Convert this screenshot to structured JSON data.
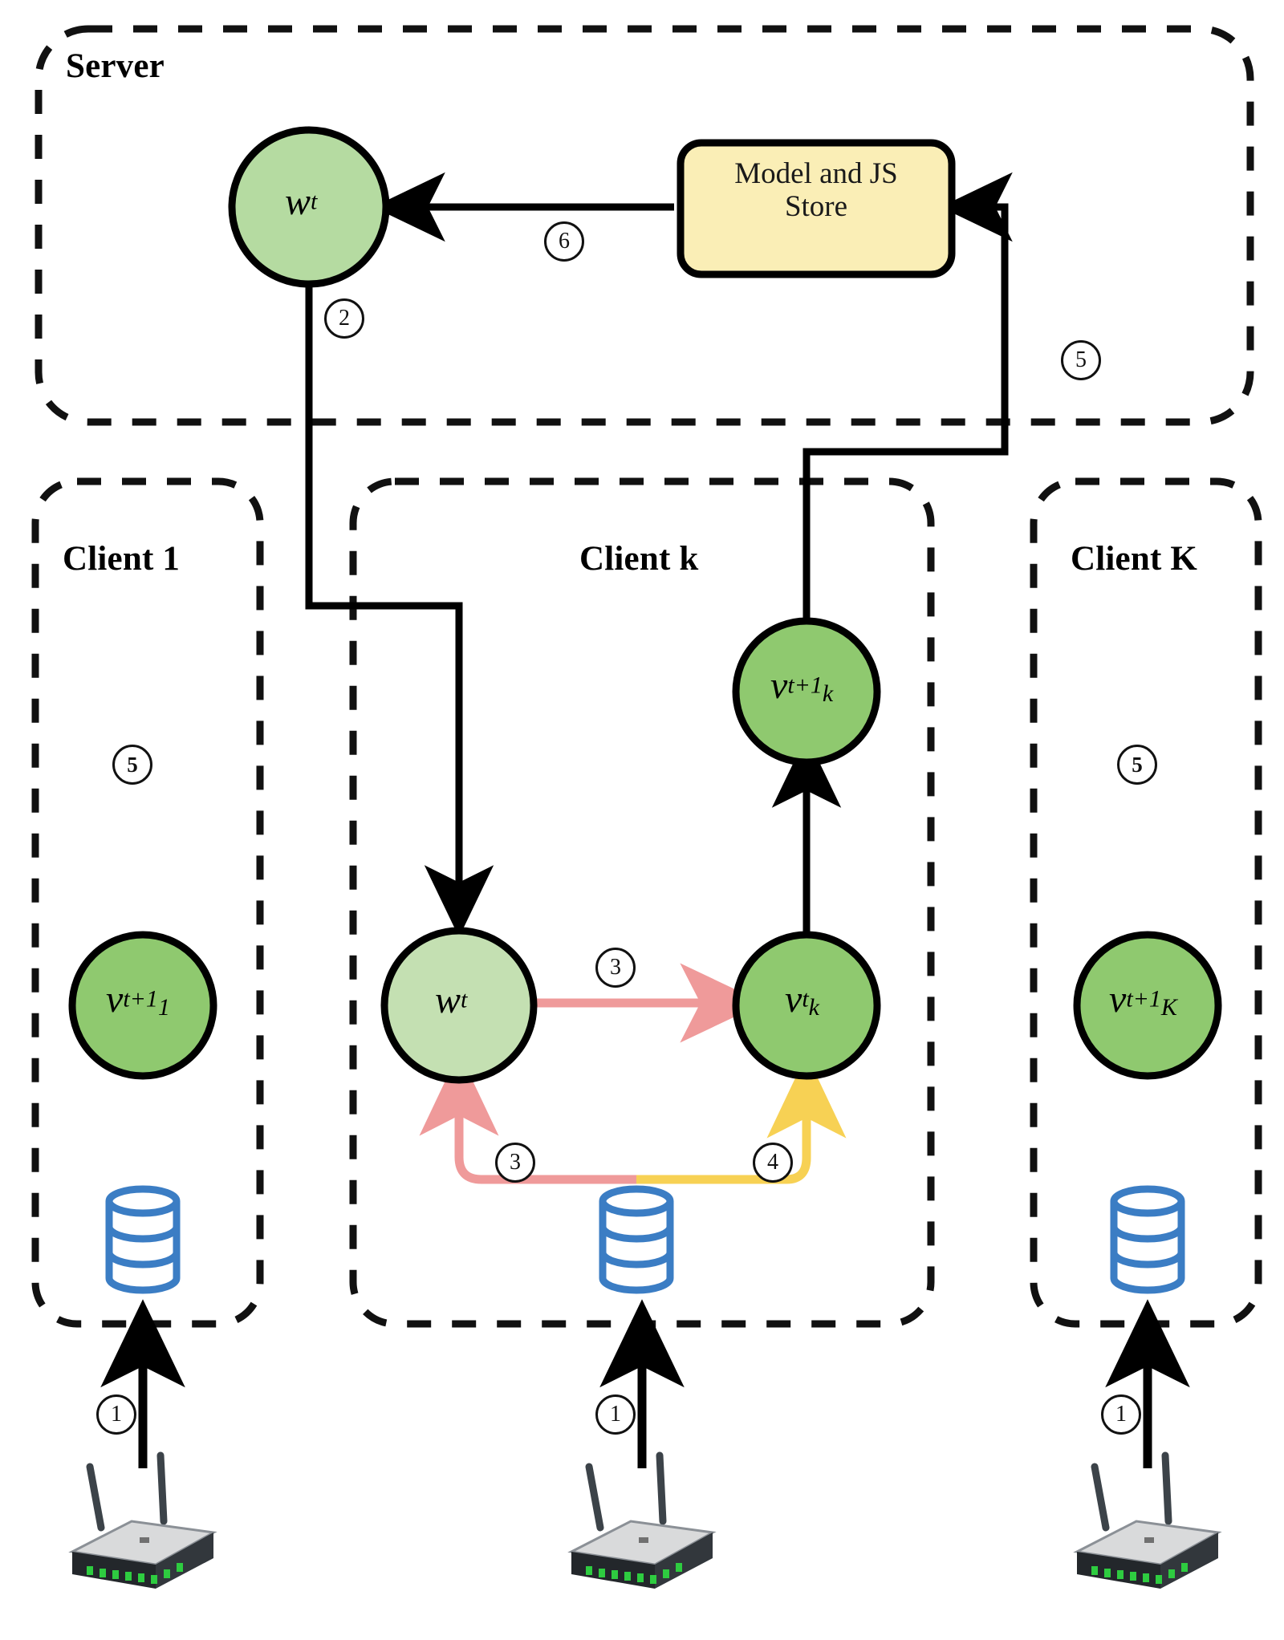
{
  "diagram": {
    "title": "Federated learning with Model and JS Store",
    "type": "federated-learning-flow"
  },
  "groups": [
    {
      "id": "server",
      "label": "Server",
      "style": "dashed-rounded"
    },
    {
      "id": "client1",
      "label": "Client 1",
      "style": "dashed-rounded"
    },
    {
      "id": "clientk",
      "label": "Client k",
      "style": "dashed-rounded"
    },
    {
      "id": "clientK",
      "label": "Client K",
      "style": "dashed-rounded"
    }
  ],
  "nodes": {
    "server_w": {
      "base": "w",
      "sup": "t",
      "sub": "",
      "fill": "#b5dba1",
      "group": "server"
    },
    "store": {
      "line1": "Model and JS",
      "line2": "Store",
      "fill": "#faeeb6",
      "group": "server"
    },
    "c1_v": {
      "base": "v",
      "sup": "t+1",
      "sub": "1",
      "fill": "#8fc96f",
      "group": "client1"
    },
    "ck_vnext": {
      "base": "v",
      "sup": "t+1",
      "sub": "k",
      "fill": "#8fc96f",
      "group": "clientk"
    },
    "ck_w": {
      "base": "w",
      "sup": "t",
      "sub": "",
      "fill": "#c4e0b2",
      "group": "clientk"
    },
    "ck_v": {
      "base": "v",
      "sup": "t",
      "sub": "k",
      "fill": "#8fc96f",
      "group": "clientk"
    },
    "cK_v": {
      "base": "v",
      "sup": "t+1",
      "sub": "K",
      "fill": "#8fc96f",
      "group": "clientK"
    }
  },
  "step_markers": [
    {
      "id": "m1a",
      "text": "1",
      "bold": false,
      "note": "client 1 router uplink"
    },
    {
      "id": "m1b",
      "text": "1",
      "bold": false,
      "note": "client k router uplink"
    },
    {
      "id": "m1c",
      "text": "1",
      "bold": false,
      "note": "client K router uplink"
    },
    {
      "id": "m2",
      "text": "2",
      "bold": false,
      "note": "server w^t broadcast to clients"
    },
    {
      "id": "m3a",
      "text": "3",
      "bold": false,
      "note": "local w^t to v_k^t"
    },
    {
      "id": "m3b",
      "text": "3",
      "bold": false,
      "note": "data to local model"
    },
    {
      "id": "m4",
      "text": "4",
      "bold": false,
      "note": "data to v_k^t"
    },
    {
      "id": "m5a",
      "text": "5",
      "bold": true,
      "note": "client 1 update"
    },
    {
      "id": "m5b",
      "text": "5",
      "bold": false,
      "note": "upload to store"
    },
    {
      "id": "m5c",
      "text": "5",
      "bold": true,
      "note": "client K update"
    },
    {
      "id": "m6",
      "text": "6",
      "bold": false,
      "note": "store to server w^t"
    }
  ],
  "edges": [
    {
      "id": "e6",
      "from": "store",
      "to": "server_w",
      "color": "#000000",
      "marker": "2"
    },
    {
      "id": "e2",
      "from": "server_w",
      "to": "ck_w",
      "color": "#000000",
      "marker": "2"
    },
    {
      "id": "e5",
      "from": "ck_vnext",
      "to": "store",
      "color": "#000000",
      "marker": "5"
    },
    {
      "id": "e3a",
      "from": "ck_w",
      "to": "ck_v",
      "color": "#ef9a9a",
      "marker": "3"
    },
    {
      "id": "e3b",
      "from": "db_k",
      "to": "ck_w",
      "color": "#ef9a9a",
      "marker": "3"
    },
    {
      "id": "e4",
      "from": "db_k",
      "to": "ck_v",
      "color": "#f7d154",
      "marker": "4"
    },
    {
      "id": "eup",
      "from": "ck_v",
      "to": "ck_vnext",
      "color": "#000000",
      "marker": ""
    }
  ],
  "icons": {
    "database": {
      "name": "database-cylinder-icon",
      "color": "#3b7dc4",
      "count": 3
    },
    "router": {
      "name": "wireless-router-icon",
      "count": 3,
      "body_top": "#d9dadb",
      "body_base": "#2b2f33",
      "led": "#2ecc40"
    }
  },
  "colors": {
    "node_light_green": "#c4e0b2",
    "node_green": "#8fc96f",
    "server_node_green": "#b5dba1",
    "store_yellow": "#faeeb6",
    "arrow_red": "#ef9a9a",
    "arrow_yellow": "#f7d154",
    "database_blue": "#3b7dc4",
    "outline_black": "#000000"
  }
}
